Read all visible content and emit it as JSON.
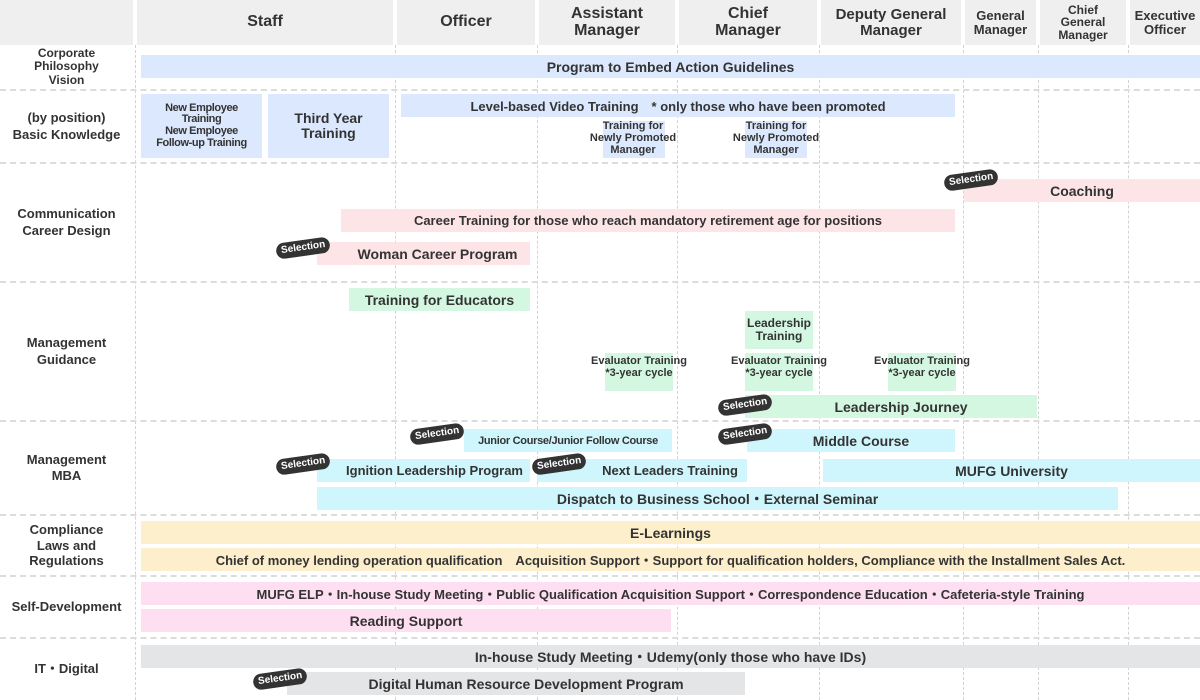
{
  "header": {
    "columns": [
      {
        "label": "Staff"
      },
      {
        "label": "Officer"
      },
      {
        "label": "Assistant\nManager"
      },
      {
        "label": "Chief\nManager"
      },
      {
        "label": "Deputy General\nManager"
      },
      {
        "label": "General\nManager"
      },
      {
        "label": "Chief\nGeneral\nManager"
      },
      {
        "label": "Executive\nOfficer"
      }
    ]
  },
  "badge_label": "Selection",
  "colors": {
    "header_bg": "#efefef",
    "blue": "#dce8fd",
    "pink": "#fde5e7",
    "green": "#d4f7e1",
    "cyan": "#cff6fc",
    "yellow": "#fdefcb",
    "magenta": "#fddff1",
    "gray": "#e3e5e7",
    "badge": "#333333"
  },
  "rows": {
    "corporate": {
      "label": "Corporate\nPhilosophy\nVision",
      "programs": {
        "embed": "Program to Embed Action Guidelines"
      }
    },
    "basic": {
      "label": "(by position)\nBasic Knowledge",
      "programs": {
        "new_employee": "New Employee\nTraining\nNew Employee\nFollow-up Training",
        "third_year": "Third Year\nTraining",
        "video": "Level-based Video Training　* only those who have been promoted",
        "newly_promoted_1": "Training for\nNewly Promoted\nManager",
        "newly_promoted_2": "Training for\nNewly Promoted\nManager"
      }
    },
    "communication": {
      "label": "Communication\nCareer Design",
      "programs": {
        "coaching": "Coaching",
        "career_retirement": "Career Training for those who reach mandatory retirement age for positions",
        "woman_career": "Woman Career Program"
      }
    },
    "guidance": {
      "label": "Management\nGuidance",
      "programs": {
        "educators": "Training for Educators",
        "leadership_training": "Leadership\nTraining",
        "evaluator_1": "Evaluator Training\n*3-year cycle",
        "evaluator_2": "Evaluator Training\n*3-year cycle",
        "evaluator_3": "Evaluator Training\n*3-year cycle",
        "leadership_journey": "Leadership Journey"
      }
    },
    "mba": {
      "label": "Management\nMBA",
      "programs": {
        "junior": "Junior Course/Junior Follow Course",
        "middle": "Middle Course",
        "ignition": "Ignition Leadership Program",
        "next_leaders": "Next Leaders Training",
        "mufg_university": "MUFG University",
        "dispatch": "Dispatch to Business School・External Seminar"
      }
    },
    "compliance": {
      "label": "Compliance\nLaws and\nRegulations",
      "programs": {
        "elearning": "E-Learnings",
        "qualification": "Chief of money lending operation qualification　Acquisition Support・Support for qualification holders, Compliance with the Installment Sales Act."
      }
    },
    "self_dev": {
      "label": "Self-Development",
      "programs": {
        "mufg_elp": "MUFG ELP・In-house Study Meeting・Public Qualification Acquisition Support・Correspondence Education・Cafeteria-style Training",
        "reading": "Reading Support"
      }
    },
    "it": {
      "label": "IT・Digital",
      "programs": {
        "study_udemy": "In-house Study Meeting・Udemy(only those who have IDs)",
        "digital_hr": "Digital Human Resource Development Program"
      }
    }
  }
}
